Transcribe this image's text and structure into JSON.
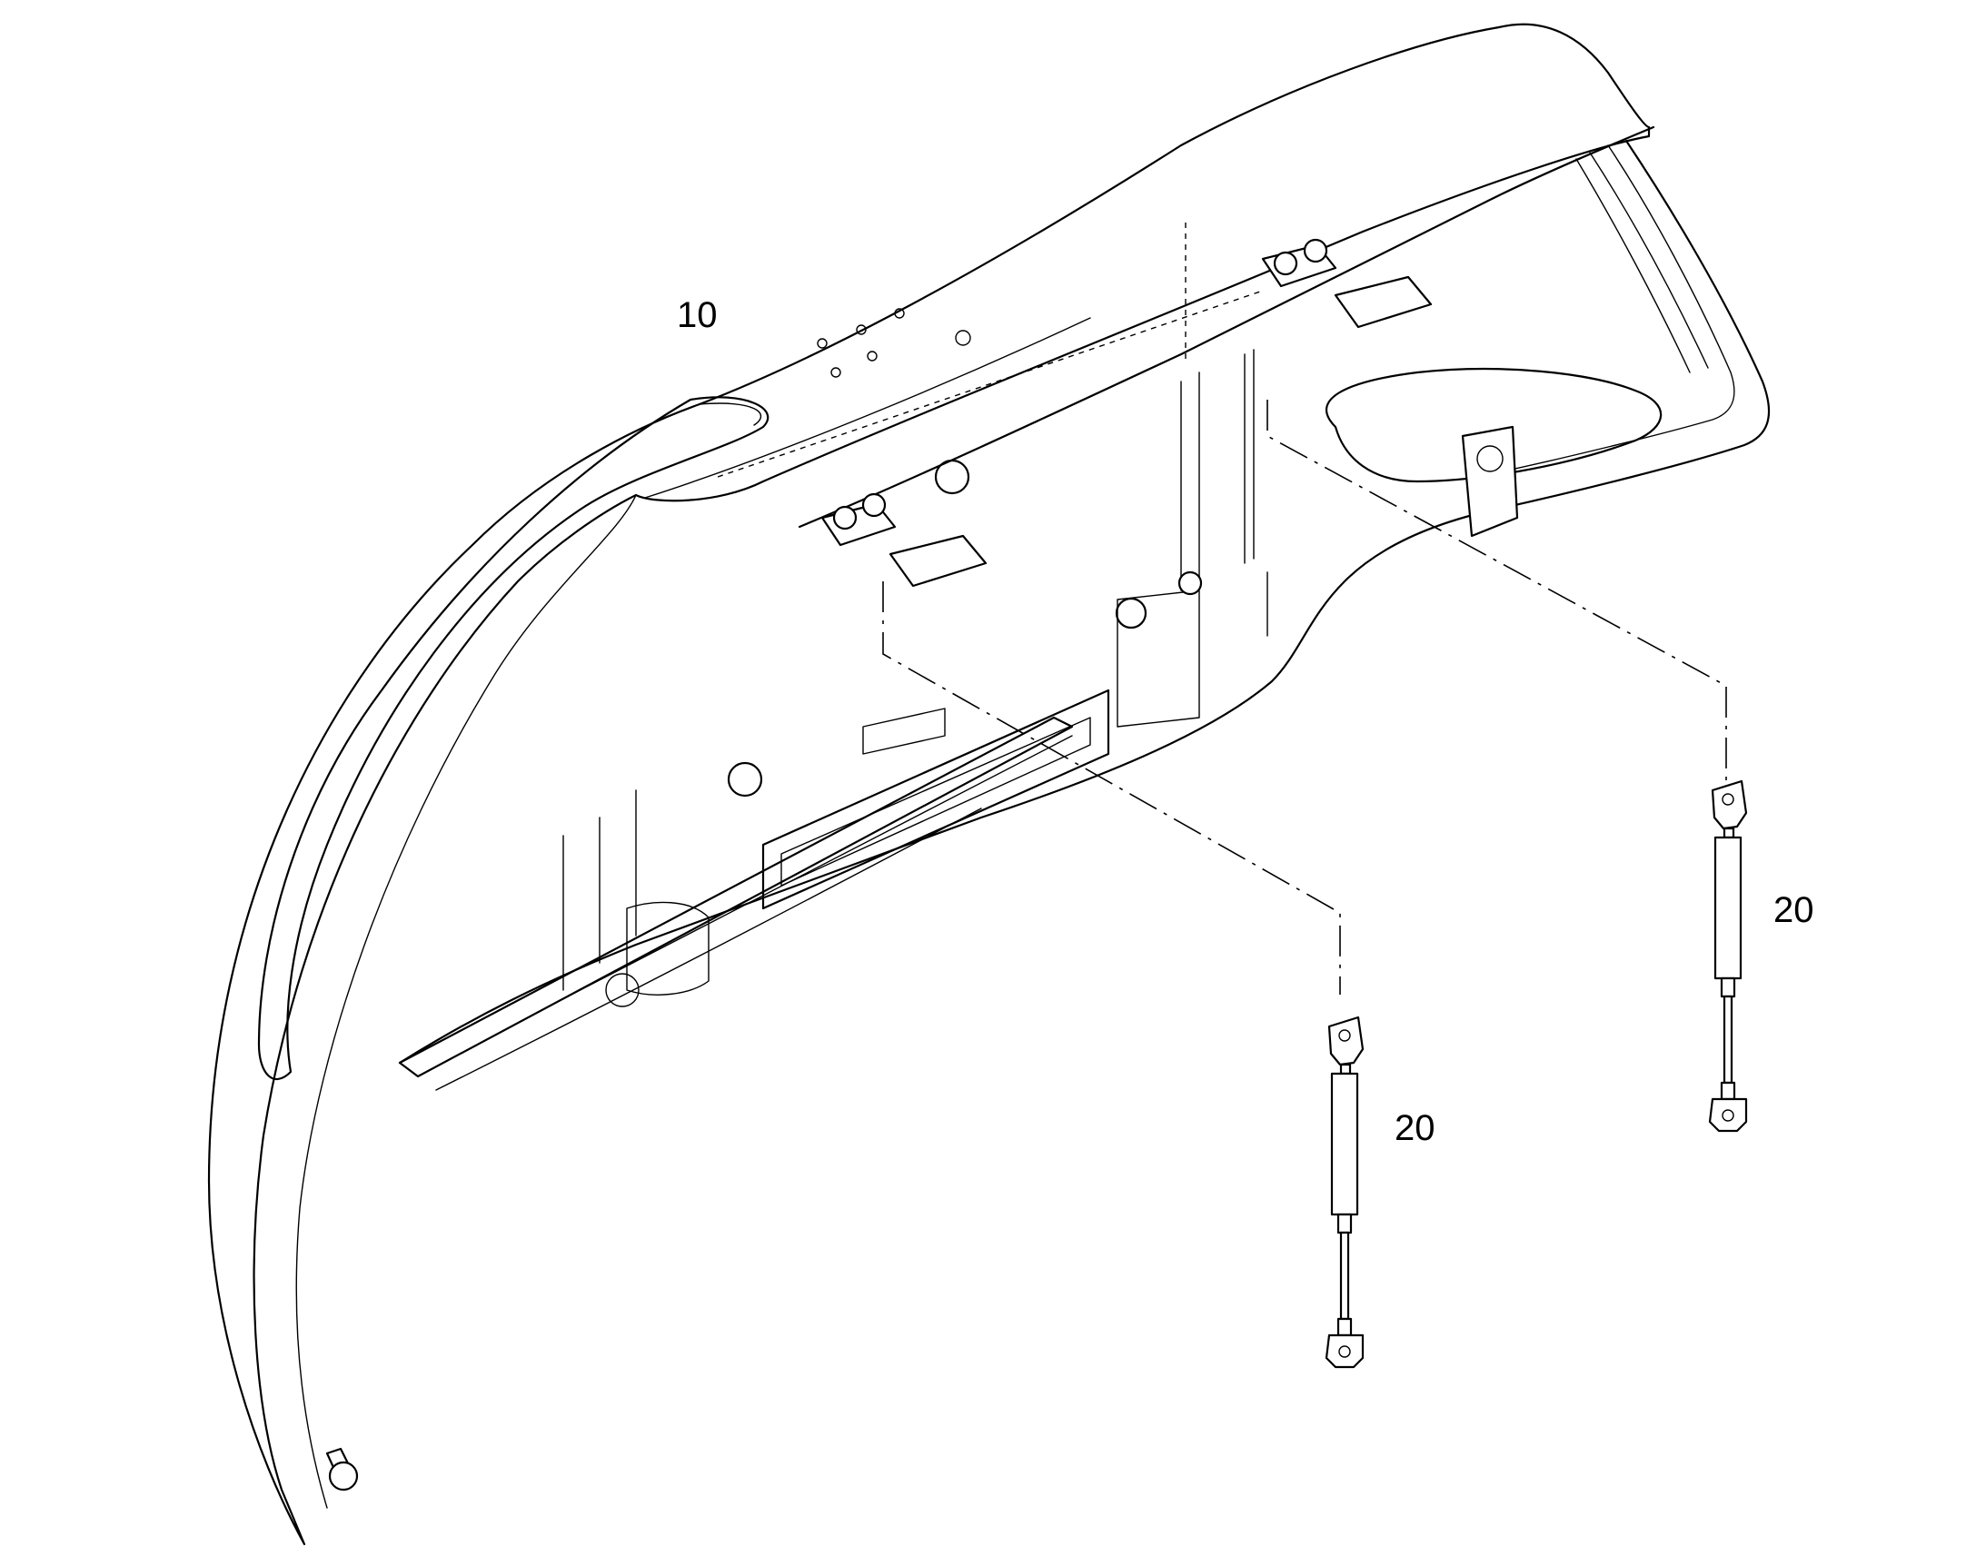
{
  "callouts": {
    "part_10": "10",
    "part_20_left": "20",
    "part_20_right": "20"
  }
}
